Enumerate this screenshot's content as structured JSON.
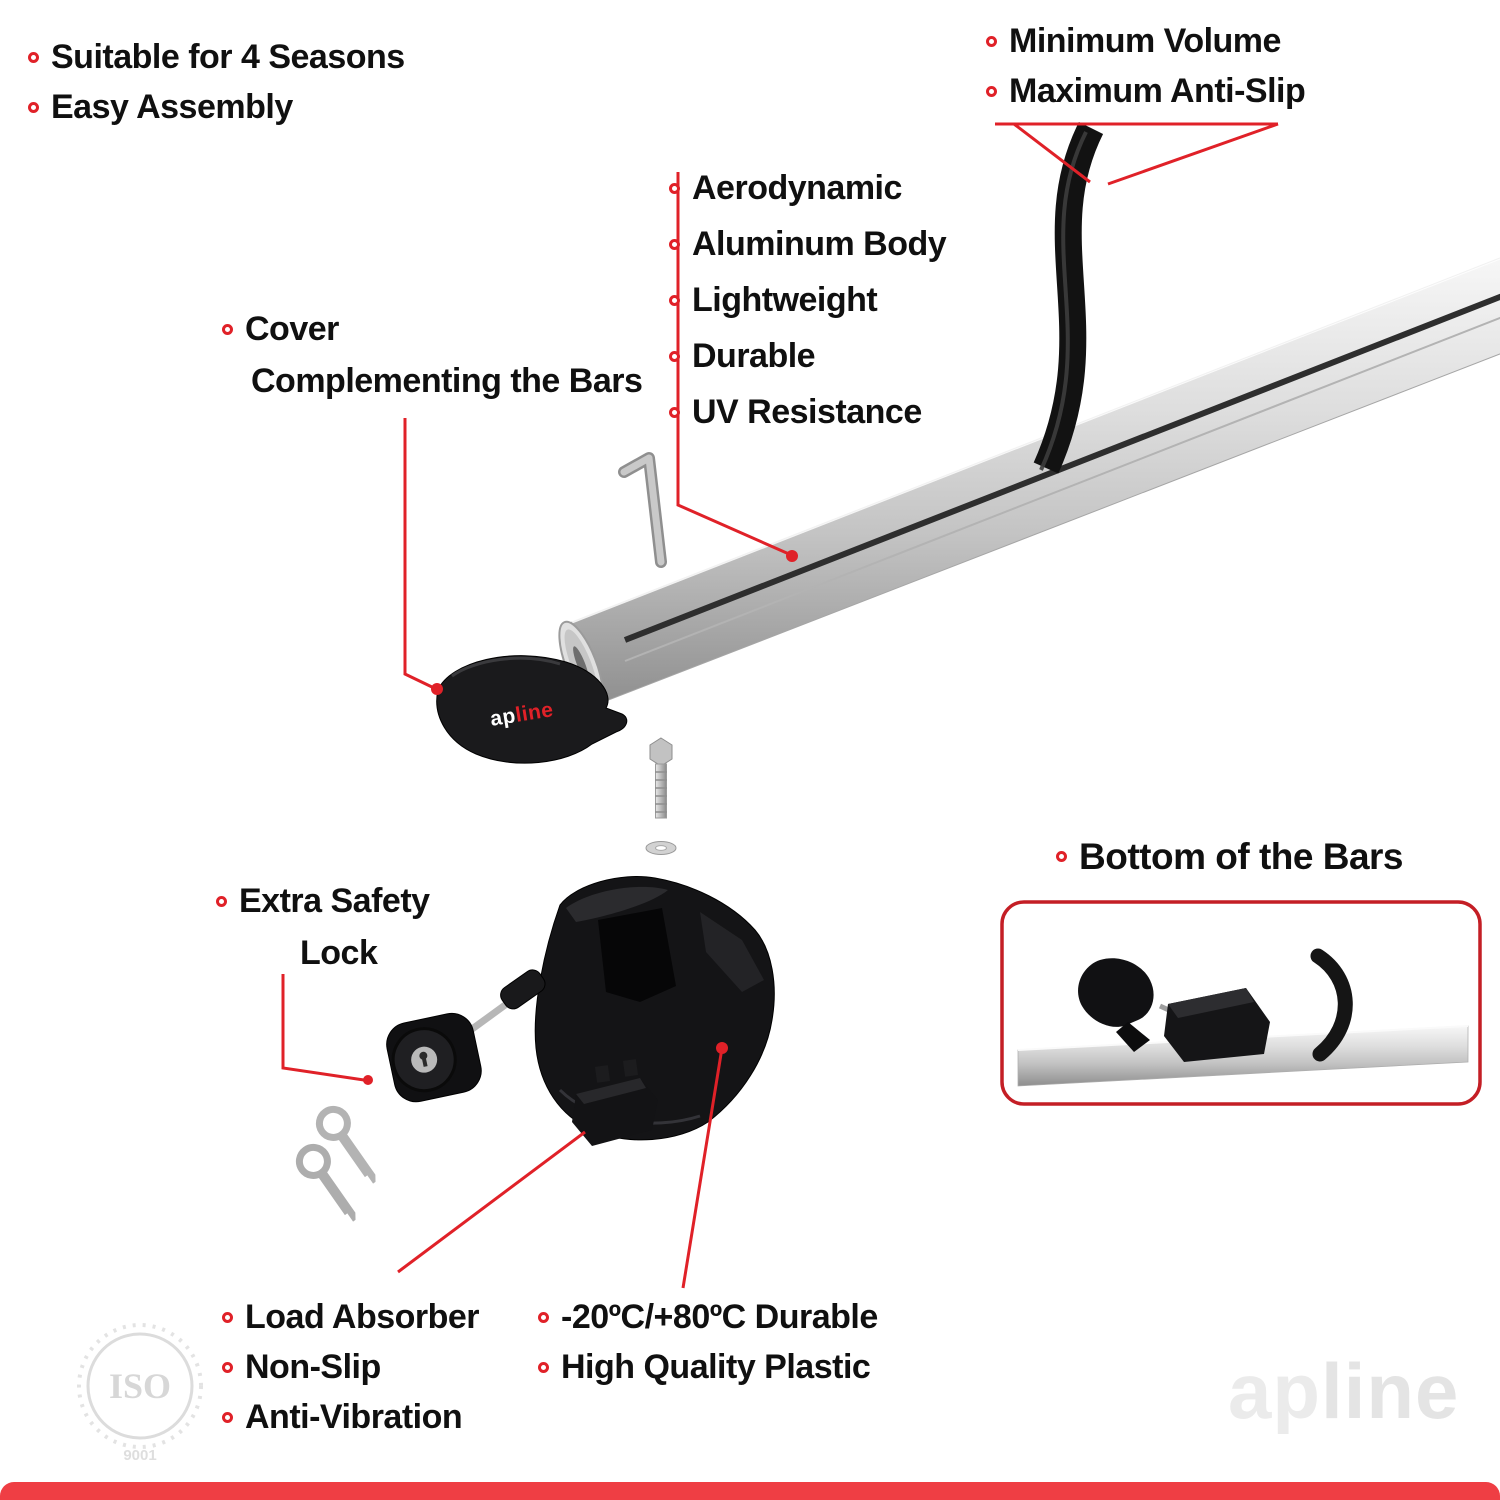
{
  "colors": {
    "accent": "#e02128",
    "footer_band": "#ef3e44",
    "text": "#101010",
    "watermark": "#ebebeb"
  },
  "top_left": {
    "items": [
      "Suitable for 4 Seasons",
      "Easy Assembly"
    ]
  },
  "top_right": {
    "items": [
      "Minimum Volume",
      "Maximum Anti-Slip"
    ]
  },
  "bar_features": {
    "items": [
      "Aerodynamic",
      "Aluminum Body",
      "Lightweight",
      "Durable",
      "UV Resistance"
    ]
  },
  "cover_callout": {
    "line1": "Cover",
    "line2": "Complementing the Bars"
  },
  "lock_callout": {
    "line1": "Extra Safety",
    "line2": "Lock"
  },
  "bottom_bars": {
    "label": "Bottom of the Bars"
  },
  "bottom_left": {
    "items": [
      "Load Absorber",
      "Non-Slip",
      "Anti-Vibration"
    ]
  },
  "bottom_mid": {
    "items": [
      "-20ºC/+80ºC Durable",
      "High Quality Plastic"
    ]
  },
  "brand": {
    "prefix": "ap",
    "suffix": "line"
  },
  "iso_badge": {
    "title": "ISO",
    "subtitle": "9001"
  }
}
